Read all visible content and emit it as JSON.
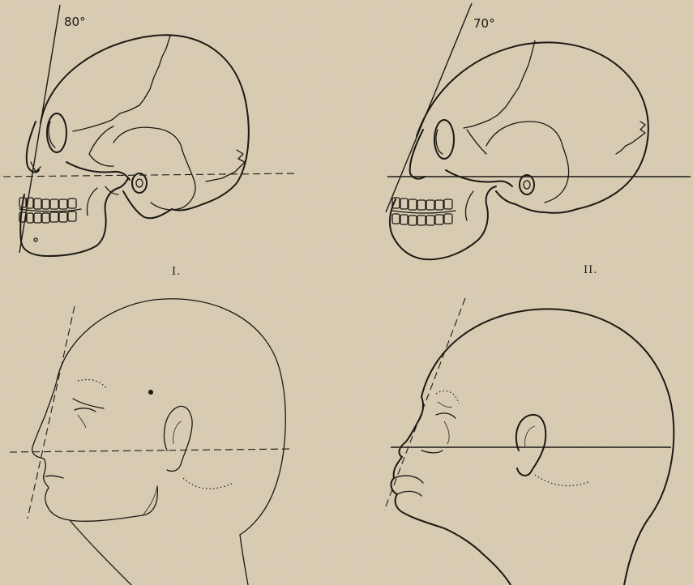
{
  "figure": {
    "angles": {
      "fig1": "80°",
      "fig2": "70°"
    },
    "labels": {
      "fig1": "I.",
      "fig2": "II."
    }
  }
}
